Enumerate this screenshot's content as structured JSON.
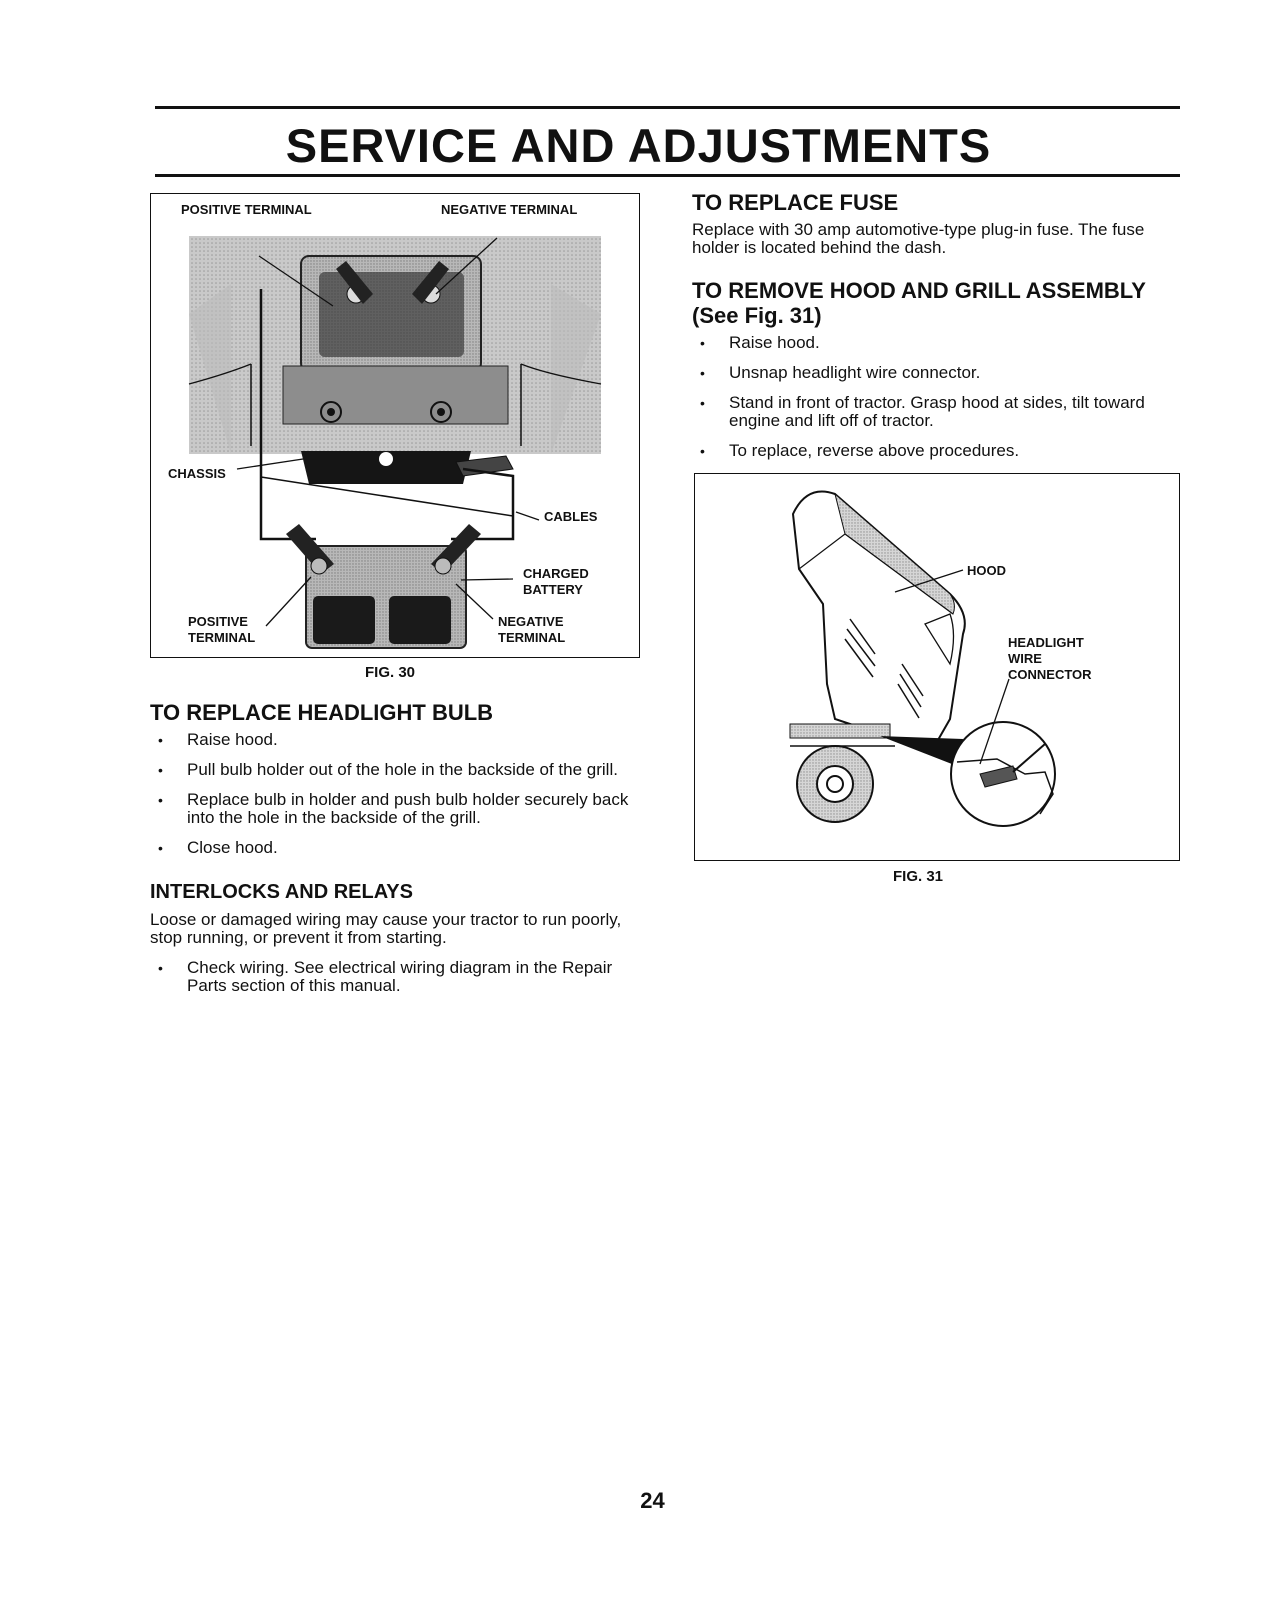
{
  "page": {
    "title": "SERVICE AND ADJUSTMENTS",
    "page_number": "24"
  },
  "fig30": {
    "caption": "FIG. 30",
    "labels": {
      "positive_terminal_top": "POSITIVE TERMINAL",
      "negative_terminal_top": "NEGATIVE TERMINAL",
      "chassis": "CHASSIS",
      "cables": "CABLES",
      "charged": "CHARGED",
      "battery": "BATTERY",
      "positive": "POSITIVE",
      "terminal_left": "TERMINAL",
      "negative": "NEGATIVE",
      "terminal_right": "TERMINAL"
    }
  },
  "headlight": {
    "heading": "TO REPLACE HEADLIGHT BULB",
    "bullets": [
      "Raise hood.",
      "Pull bulb holder out of the hole in the backside of the grill.",
      "Replace bulb in holder and push bulb holder securely back into the hole in the backside of the grill.",
      "Close hood."
    ]
  },
  "interlocks": {
    "heading": "INTERLOCKS AND RELAYS",
    "text": "Loose or damaged wiring may cause your tractor to run poorly, stop running, or prevent it from starting.",
    "bullets": [
      "Check wiring. See electrical wiring diagram in the Repair Parts section of this manual."
    ]
  },
  "fuse": {
    "heading": "TO REPLACE FUSE",
    "text": "Replace with 30 amp automotive-type plug-in fuse. The fuse holder is located behind the dash."
  },
  "hood": {
    "heading_line1": "TO REMOVE HOOD AND GRILL ASSEMBLY",
    "heading_line2": "(See Fig. 31)",
    "bullets": [
      "Raise hood.",
      "Unsnap headlight wire connector.",
      "Stand in front of tractor. Grasp hood at sides, tilt toward engine and lift off of tractor.",
      "To replace, reverse above procedures."
    ]
  },
  "fig31": {
    "caption": "FIG. 31",
    "labels": {
      "hood": "HOOD",
      "headlight": "HEADLIGHT",
      "wire": "WIRE",
      "connector": "CONNECTOR"
    }
  }
}
